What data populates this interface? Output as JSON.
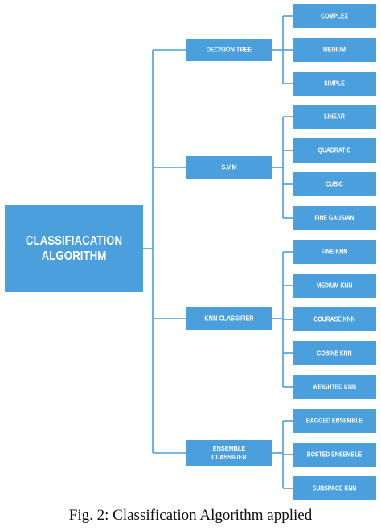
{
  "colors": {
    "node_fill": "#4a9fdc",
    "connector": "#4a9fdc",
    "node_text": "#ffffff"
  },
  "root": {
    "label_lines": [
      "CLASSIFIACATION",
      "ALGORITHM"
    ]
  },
  "branches": [
    {
      "id": "decision-tree",
      "label_lines": [
        "DECISION TREE"
      ],
      "leaves": [
        "COMPLEX",
        "MEDIUM",
        "SIMPLE"
      ]
    },
    {
      "id": "svm",
      "label_lines": [
        "S.V.M"
      ],
      "leaves": [
        "LINEAR",
        "QUADRATIC",
        "CUBIC",
        "FINE GAUSIAN"
      ]
    },
    {
      "id": "knn-classifier",
      "label_lines": [
        "KNN CLASSIFIER"
      ],
      "leaves": [
        "FINE KNN",
        "MEDIUM KNN",
        "COURASE KNN",
        "COSINE KNN",
        "WEIGHTED KNN"
      ]
    },
    {
      "id": "ensemble-classifier",
      "label_lines": [
        "ENSEMBLE",
        "CLASSIFIER"
      ],
      "leaves": [
        "BAGGED ENSEMBLE",
        "BOSTED ENSEMBLE",
        "SUBSPACE KNN"
      ]
    }
  ],
  "caption": "Fig. 2: Classification Algorithm applied"
}
